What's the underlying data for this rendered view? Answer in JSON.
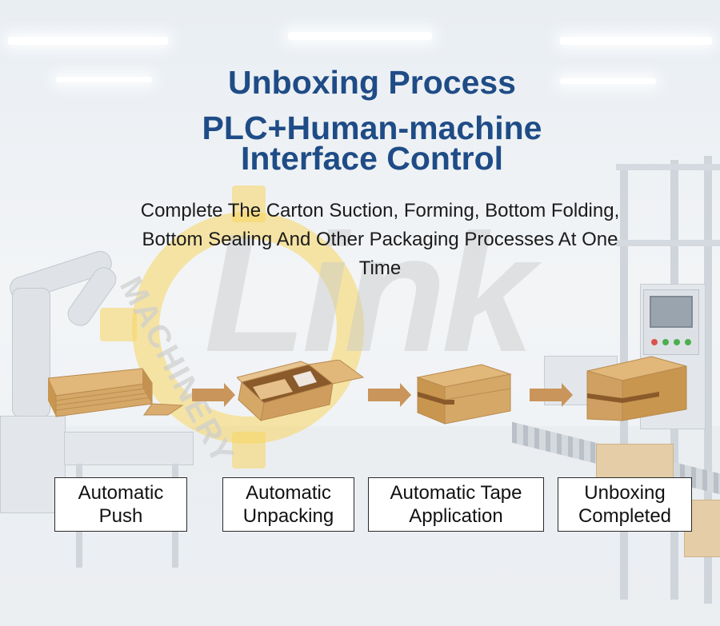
{
  "title": {
    "line1": "Unboxing Process",
    "line2": "PLC+Human-machine",
    "line3": "Interface Control"
  },
  "subtitle": "Complete The Carton Suction, Forming, Bottom Folding, Bottom Sealing And Other Packaging Processes At One Time",
  "watermark": {
    "brand": "Link",
    "arc_text": "MACHINERY"
  },
  "steps": [
    {
      "label": "Automatic Push"
    },
    {
      "label": "Automatic Unpacking"
    },
    {
      "label": "Automatic Tape Application"
    },
    {
      "label": "Unboxing Completed"
    }
  ],
  "colors": {
    "title": "#1f4c86",
    "carton": "#d6a867",
    "arrow": "#c9955b",
    "watermark_gear": "#f7d661"
  }
}
